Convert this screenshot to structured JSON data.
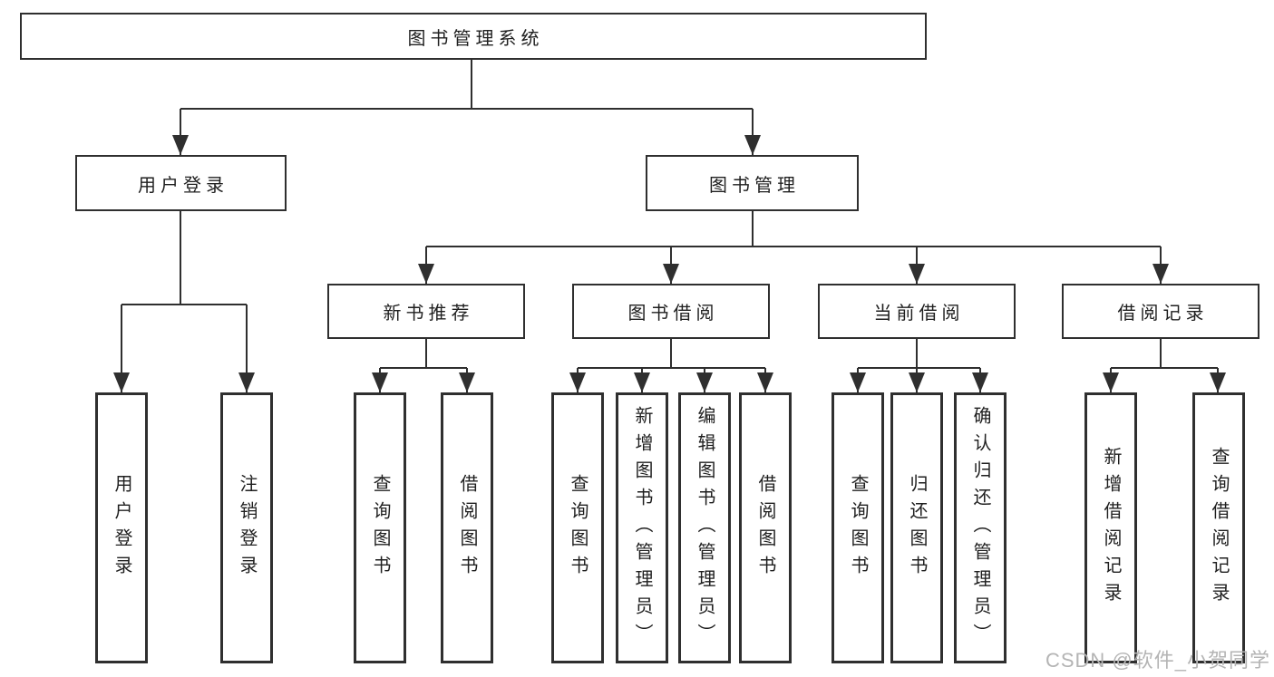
{
  "colors": {
    "background": "#ffffff",
    "line": "#333333",
    "box_border": "#2f2f2f",
    "text": "#1f1f1f",
    "watermark": "#b4b4b4"
  },
  "watermark": "CSDN @软件_小贺同学",
  "tree": {
    "root": "图书管理系统",
    "branches": [
      {
        "label": "用户登录",
        "children": [
          "用户登录",
          "注销登录"
        ]
      },
      {
        "label": "图书管理",
        "children": [
          {
            "label": "新书推荐",
            "children": [
              "查询图书",
              "借阅图书"
            ]
          },
          {
            "label": "图书借阅",
            "children": [
              "查询图书",
              "新增图书（管理员）",
              "编辑图书（管理员）",
              "借阅图书"
            ]
          },
          {
            "label": "当前借阅",
            "children": [
              "查询图书",
              "归还图书",
              "确认归还（管理员）"
            ]
          },
          {
            "label": "借阅记录",
            "children": [
              "新增借阅记录",
              "查询借阅记录"
            ]
          }
        ]
      }
    ]
  }
}
